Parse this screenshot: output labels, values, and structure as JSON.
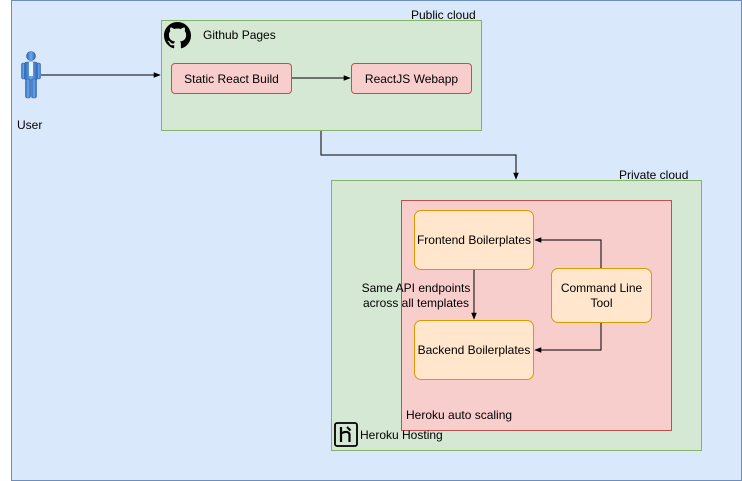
{
  "regions": {
    "public_cloud": "Public cloud",
    "github_pages": "Github Pages",
    "private_cloud": "Private cloud",
    "heroku_scaling": "Heroku auto scaling",
    "heroku_hosting": "Heroku Hosting"
  },
  "actor": {
    "label": "User",
    "icon": "user-icon"
  },
  "nodes": {
    "static_react_build": "Static React Build",
    "reactjs_webapp": "ReactJS Webapp",
    "frontend_boilerplates": "Frontend Boilerplates",
    "backend_boilerplates": "Backend Boilerplates",
    "command_line_tool": "Command Line\nTool"
  },
  "edge_labels": {
    "same_api": "Same API endpoints\nacross all templates"
  },
  "icons": {
    "github": "github-icon",
    "heroku": "heroku-icon"
  },
  "colors": {
    "public_cloud_fill": "#dae8fc",
    "public_cloud_stroke": "#6c8ebf",
    "green_fill": "#d5e8d4",
    "green_stroke": "#82b366",
    "red_fill": "#f8cecc",
    "red_stroke": "#b85450",
    "yellow_fill": "#ffe6cc",
    "yellow_stroke": "#d79b00"
  }
}
